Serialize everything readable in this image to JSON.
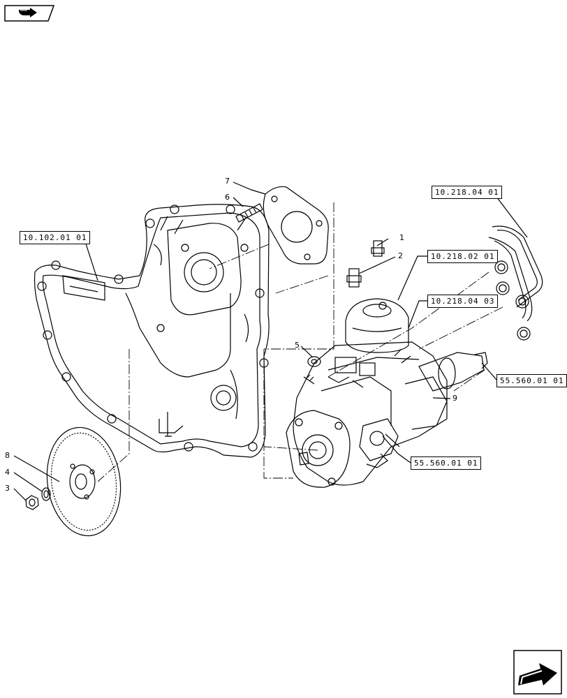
{
  "nav": {
    "back_icon": "back-arrow-icon",
    "forward_icon": "forward-arrow-icon"
  },
  "references": {
    "ref_front_cover": "10.102.01 01",
    "ref_pipes_top": "10.218.04 01",
    "ref_pump_head": "10.218.02 01",
    "ref_pump_side": "10.218.04 03",
    "ref_drive_right": "55.560.01 01",
    "ref_drive_bottom": "55.560.01 01"
  },
  "callouts": {
    "c1": "1",
    "c2": "2",
    "c3": "3",
    "c4": "4",
    "c5": "5",
    "c6": "6",
    "c7": "7",
    "c8": "8",
    "c9": "9"
  }
}
